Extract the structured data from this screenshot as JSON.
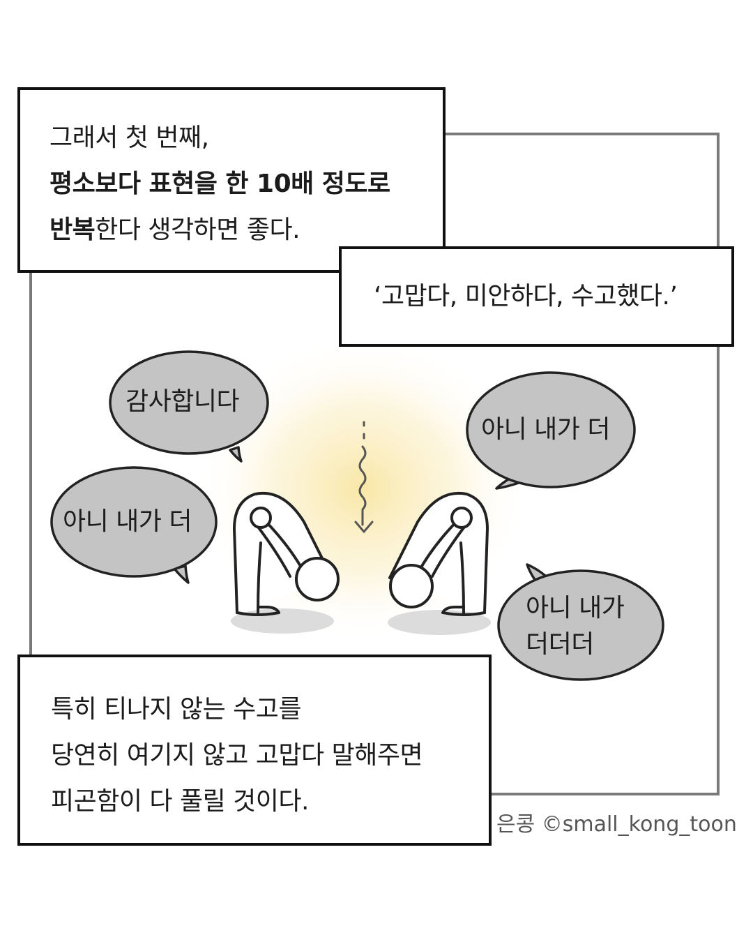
{
  "captions": {
    "top": {
      "line1": "그래서 첫 번째,",
      "line2": "평소보다 표현을 한 10배 정도로",
      "line3_bold": "반복",
      "line3_rest": "한다 생각하면 좋다."
    },
    "middle": {
      "text": "‘고맙다, 미안하다, 수고했다.’"
    },
    "bottom": {
      "line1": "특히 티나지 않는 수고를",
      "line2": "당연히 여기지 않고 고맙다 말해주면",
      "line3": "피곤함이 다 풀릴 것이다."
    }
  },
  "bubbles": {
    "thanks": "감사합니다",
    "left_reply": "아니 내가 더",
    "right_reply": "아니 내가 더",
    "right_lower_line1": "아니 내가",
    "right_lower_line2": "더더더"
  },
  "watermark": "은콩 ©small_kong_toon",
  "colors": {
    "bubble_fill": "#c4c4c4",
    "glow": "#f7e49a",
    "frame": "#7a7a7a",
    "ink": "#1b1b1b"
  }
}
